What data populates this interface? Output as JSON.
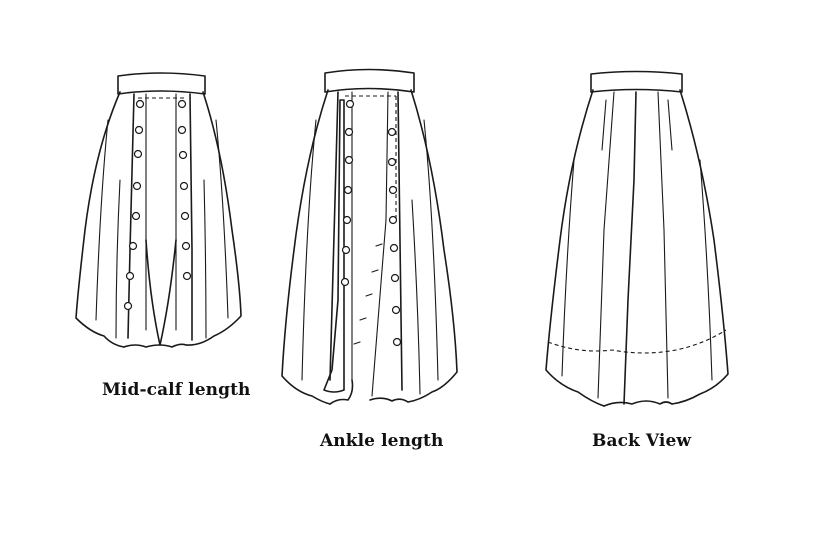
{
  "views": [
    {
      "id": "midcalf",
      "caption": "Mid-calf length"
    },
    {
      "id": "ankle",
      "caption": "Ankle length"
    },
    {
      "id": "back",
      "caption": "Back View"
    }
  ],
  "colors": {
    "ink": "#1a1a1a",
    "paper": "#ffffff"
  }
}
